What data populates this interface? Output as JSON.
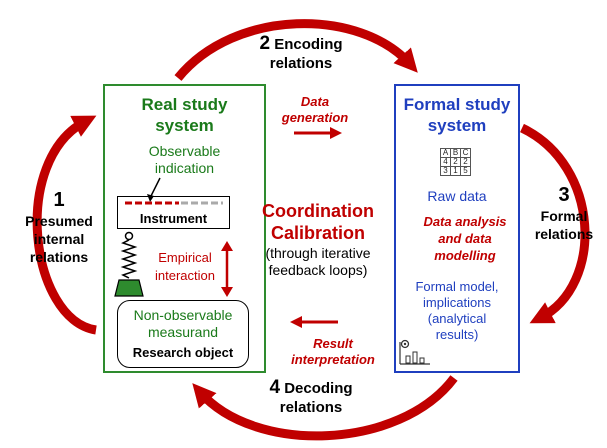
{
  "numbers": {
    "n1": "1",
    "n2": "2",
    "n3": "3",
    "n4": "4"
  },
  "relations": {
    "encoding": [
      "Encoding",
      "relations"
    ],
    "presumed": [
      "Presumed",
      "internal",
      "relations"
    ],
    "formal": [
      "Formal",
      "relations"
    ],
    "decoding": [
      "Decoding",
      "relations"
    ]
  },
  "real_box": {
    "title": [
      "Real study",
      "system"
    ],
    "observable": [
      "Observable",
      "indication"
    ],
    "instrument": "Instrument",
    "empirical": [
      "Empirical",
      "interaction"
    ],
    "measurand": [
      "Non-observable",
      "measurand"
    ],
    "research_object": "Research object"
  },
  "center": {
    "data_generation": [
      "Data",
      "generation"
    ],
    "coordination": "Coordination",
    "calibration": "Calibration",
    "through": [
      "(through iterative",
      "feedback loops)"
    ],
    "result_interpretation": [
      "Result",
      "interpretation"
    ]
  },
  "formal_box": {
    "title": [
      "Formal study",
      "system"
    ],
    "table": [
      [
        "A",
        "B",
        "C"
      ],
      [
        "4",
        "2",
        "2"
      ],
      [
        "3",
        "1",
        "5"
      ]
    ],
    "raw_data": "Raw data",
    "analysis": [
      "Data analysis",
      "and data",
      "modelling"
    ],
    "model": [
      "Formal model,",
      "implications",
      "(analytical",
      "results)"
    ]
  },
  "colors": {
    "arrow_red": "#c00000",
    "green": "#1a7a1a",
    "blue": "#1f3fbf"
  }
}
